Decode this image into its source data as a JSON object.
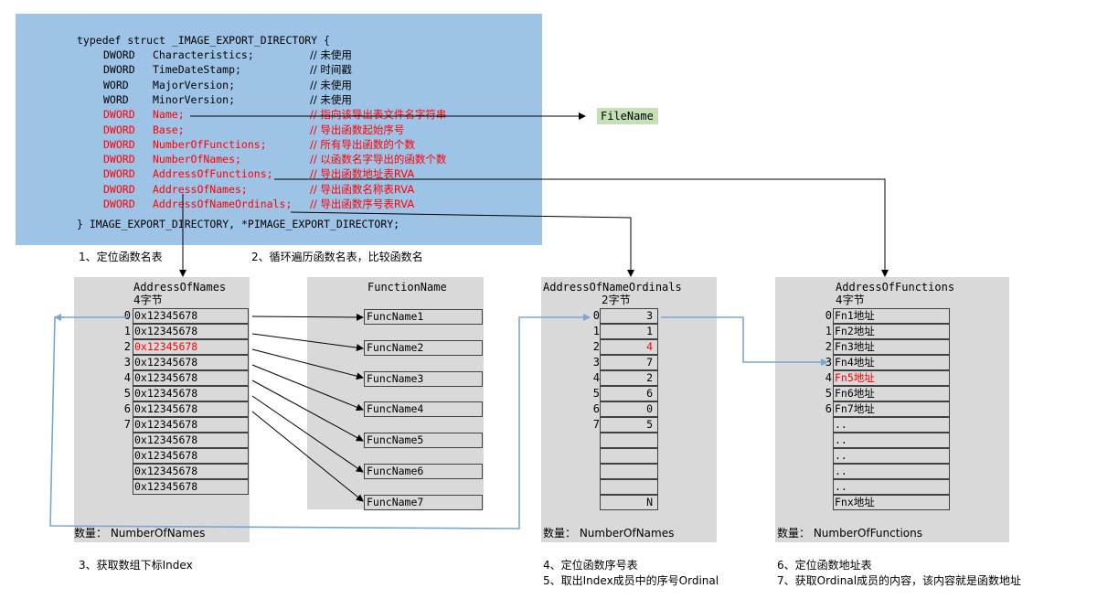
{
  "struct_code": {
    "header": "typedef struct _IMAGE_EXPORT_DIRECTORY {",
    "fields": [
      {
        "type": "DWORD",
        "name": "Characteristics;",
        "comment": "// 未使用",
        "highlight": false
      },
      {
        "type": "DWORD",
        "name": "TimeDateStamp;",
        "comment": "// 时间戳",
        "highlight": false
      },
      {
        "type": "WORD",
        "name": "MajorVersion;",
        "comment": "// 未使用",
        "highlight": false
      },
      {
        "type": "WORD",
        "name": "MinorVersion;",
        "comment": "// 未使用",
        "highlight": false
      },
      {
        "type": "DWORD",
        "name": "Name;",
        "comment": "// 指向该导出表文件名字符串",
        "highlight": true
      },
      {
        "type": "DWORD",
        "name": "Base;",
        "comment": "// 导出函数起始序号",
        "highlight": true
      },
      {
        "type": "DWORD",
        "name": "NumberOfFunctions;",
        "comment": "// 所有导出函数的个数",
        "highlight": true
      },
      {
        "type": "DWORD",
        "name": "NumberOfNames;",
        "comment": "// 以函数名字导出的函数个数",
        "highlight": true
      },
      {
        "type": "DWORD",
        "name": "AddressOfFunctions;",
        "comment": "// 导出函数地址表RVA",
        "highlight": true
      },
      {
        "type": "DWORD",
        "name": "AddressOfNames;",
        "comment": "// 导出函数名称表RVA",
        "highlight": true
      },
      {
        "type": "DWORD",
        "name": "AddressOfNameOrdinals;",
        "comment": "// 导出函数序号表RVA",
        "highlight": true
      }
    ],
    "footer": "} IMAGE_EXPORT_DIRECTORY, *PIMAGE_EXPORT_DIRECTORY;"
  },
  "filename_label": "FileName",
  "steps": {
    "s1": "1、定位函数名表",
    "s2": "2、循环遍历函数名表，比较函数名",
    "s3": "3、获取数组下标Index",
    "s4": "4、定位函数序号表",
    "s5": "5、取出Index成员中的序号Ordinal",
    "s6": "6、定位函数地址表",
    "s7": "7、获取Ordinal成员的内容，该内容就是函数地址"
  },
  "names_table": {
    "title": "AddressOfNames",
    "unit": "4字节",
    "indices": [
      "0",
      "1",
      "2",
      "3",
      "4",
      "5",
      "6",
      "7"
    ],
    "values": [
      "0x12345678",
      "0x12345678",
      "0x12345678",
      "0x12345678",
      "0x12345678",
      "0x12345678",
      "0x12345678",
      "0x12345678",
      "0x12345678",
      "0x12345678",
      "0x12345678",
      "0x12345678"
    ],
    "highlight_index": 2,
    "count_label": "数量： NumberOfNames"
  },
  "function_names": {
    "title": "FunctionName",
    "items": [
      "FuncName1",
      "FuncName2",
      "FuncName3",
      "FuncName4",
      "FuncName5",
      "FuncName6",
      "FuncName7"
    ]
  },
  "ordinals_table": {
    "title": "AddressOfNameOrdinals",
    "unit": "2字节",
    "indices": [
      "0",
      "1",
      "2",
      "3",
      "4",
      "5",
      "6",
      "7"
    ],
    "values": [
      "3",
      "1",
      "4",
      "7",
      "2",
      "6",
      "0",
      "5",
      "",
      "",
      "",
      "",
      "N"
    ],
    "highlight_index": 2,
    "count_label": "数量： NumberOfNames"
  },
  "functions_table": {
    "title": "AddressOfFunctions",
    "unit": "4字节",
    "indices": [
      "0",
      "1",
      "2",
      "3",
      "4",
      "5",
      "6"
    ],
    "values": [
      "Fn1地址",
      "Fn2地址",
      "Fn3地址",
      "Fn4地址",
      "Fn5地址",
      "Fn6地址",
      "Fn7地址",
      "..",
      "..",
      "..",
      "..",
      "..",
      "Fnx地址"
    ],
    "highlight_index": 4,
    "count_label": "数量： NumberOfFunctions"
  },
  "colors": {
    "struct_bg": "#9dc3e6",
    "panel_bg": "#d9d9d9",
    "filename_bg": "#c5e0b4",
    "highlight": "#ff0000",
    "flow_arrow": "#7aa6d2"
  }
}
